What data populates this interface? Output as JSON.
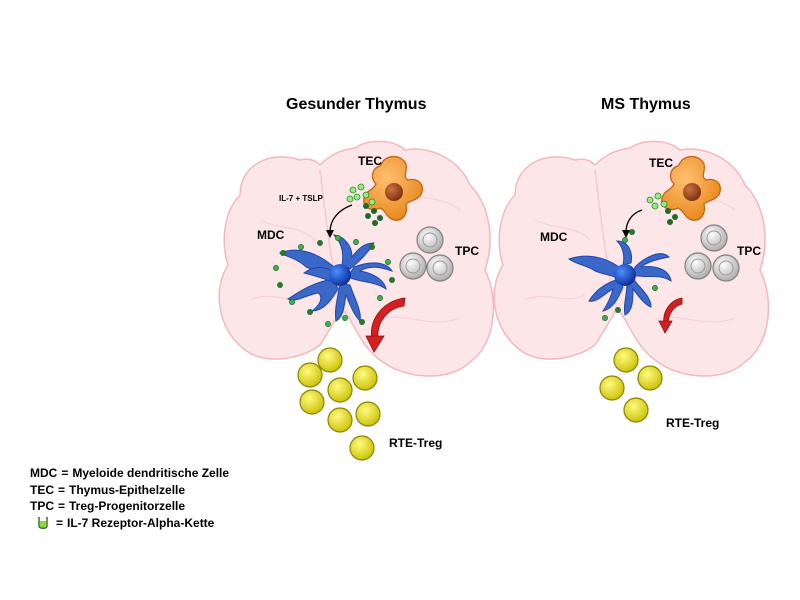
{
  "panels": {
    "healthy": {
      "title": "Gesunder Thymus",
      "tec": "TEC",
      "mdc": "MDC",
      "tpc": "TPC",
      "cytokines": "IL-7 + TSLP",
      "rte": "RTE-Treg"
    },
    "ms": {
      "title": "MS Thymus",
      "tec": "TEC",
      "mdc": "MDC",
      "tpc": "TPC",
      "rte": "RTE-Treg"
    }
  },
  "legend": {
    "items": [
      {
        "abbr": "MDC",
        "eq": "=",
        "text": "Myeloide dendritische Zelle"
      },
      {
        "abbr": "TEC",
        "eq": "=",
        "text": "Thymus-Epithelzelle"
      },
      {
        "abbr": "TPC",
        "eq": "=",
        "text": "Treg-Progenitorzelle"
      }
    ],
    "receptor": {
      "eq": "=",
      "text": "IL-7 Rezeptor-Alpha-Kette",
      "icon": "receptor-icon"
    }
  },
  "colors": {
    "thymus_fill": "#fde6e8",
    "thymus_stroke": "#f2b8bf",
    "tec_fill": "#f39a2e",
    "tec_nucleus": "#9a4a1a",
    "mdc_fill": "#3a68c8",
    "mdc_nucleus": "#1a3fb0",
    "tpc_fill": "#c9c9c9",
    "treg_fill": "#e8e012",
    "cytokine_light": "#8ae07a",
    "cytokine_dark": "#1f6a2a",
    "arrow_red": "#d42020",
    "receptor_green": "#4aa33a"
  }
}
